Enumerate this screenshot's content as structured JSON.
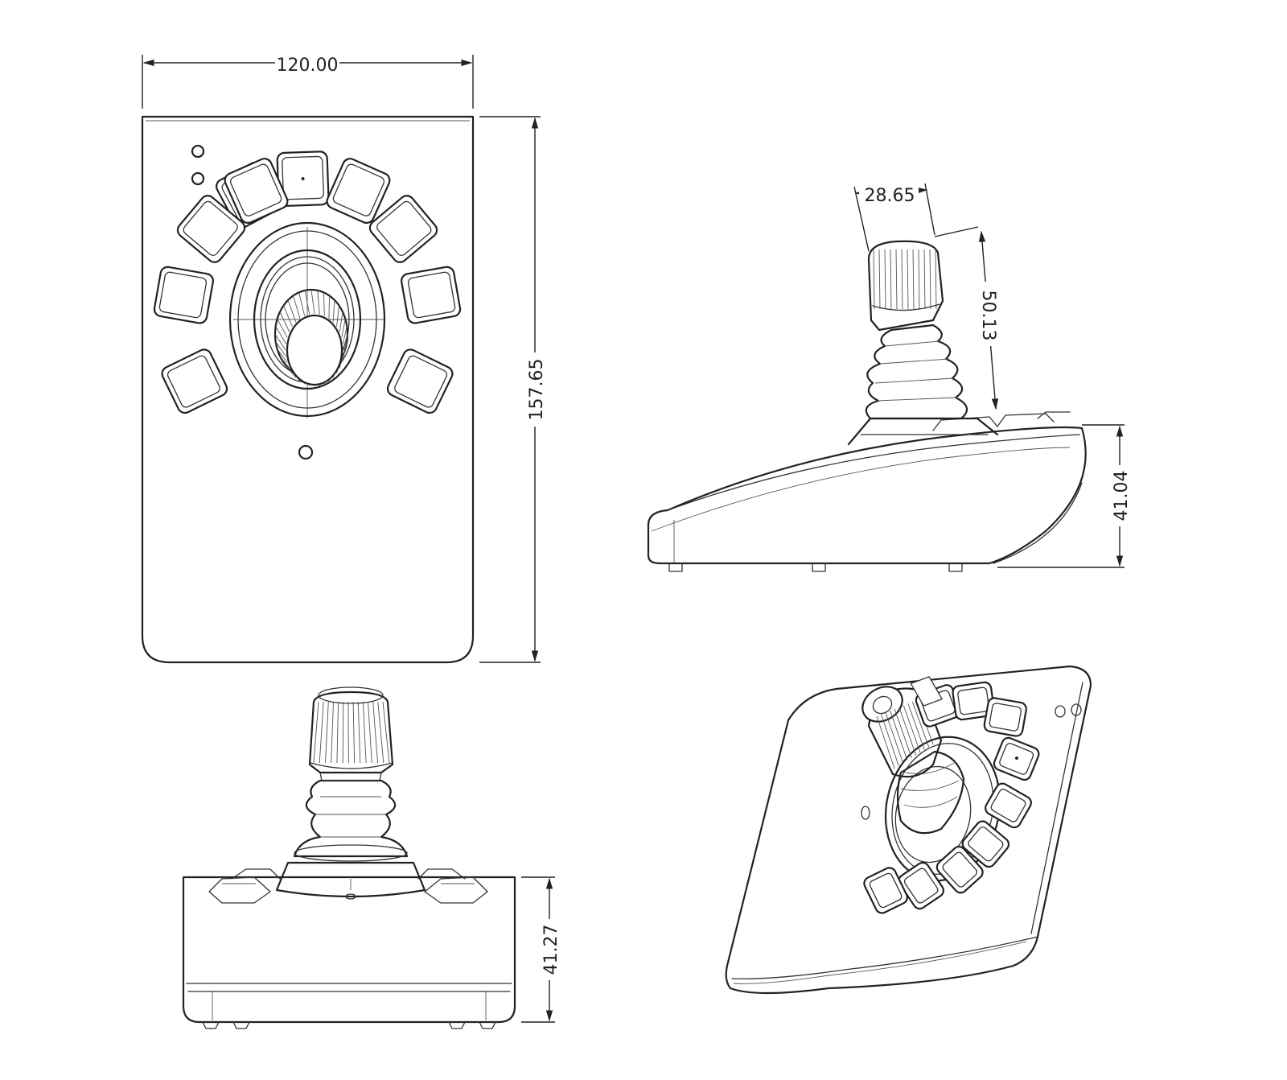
{
  "dimensions": {
    "top_view_width": "120.00",
    "top_view_height": "157.65",
    "side_view_knob_width": "28.65",
    "side_view_knob_height": "50.13",
    "side_view_body_height": "41.04",
    "front_view_body_height": "41.27"
  },
  "views": [
    "top-view",
    "side-view",
    "front-view",
    "isometric-view"
  ],
  "colors": {
    "line": "#222222",
    "background": "#ffffff"
  }
}
